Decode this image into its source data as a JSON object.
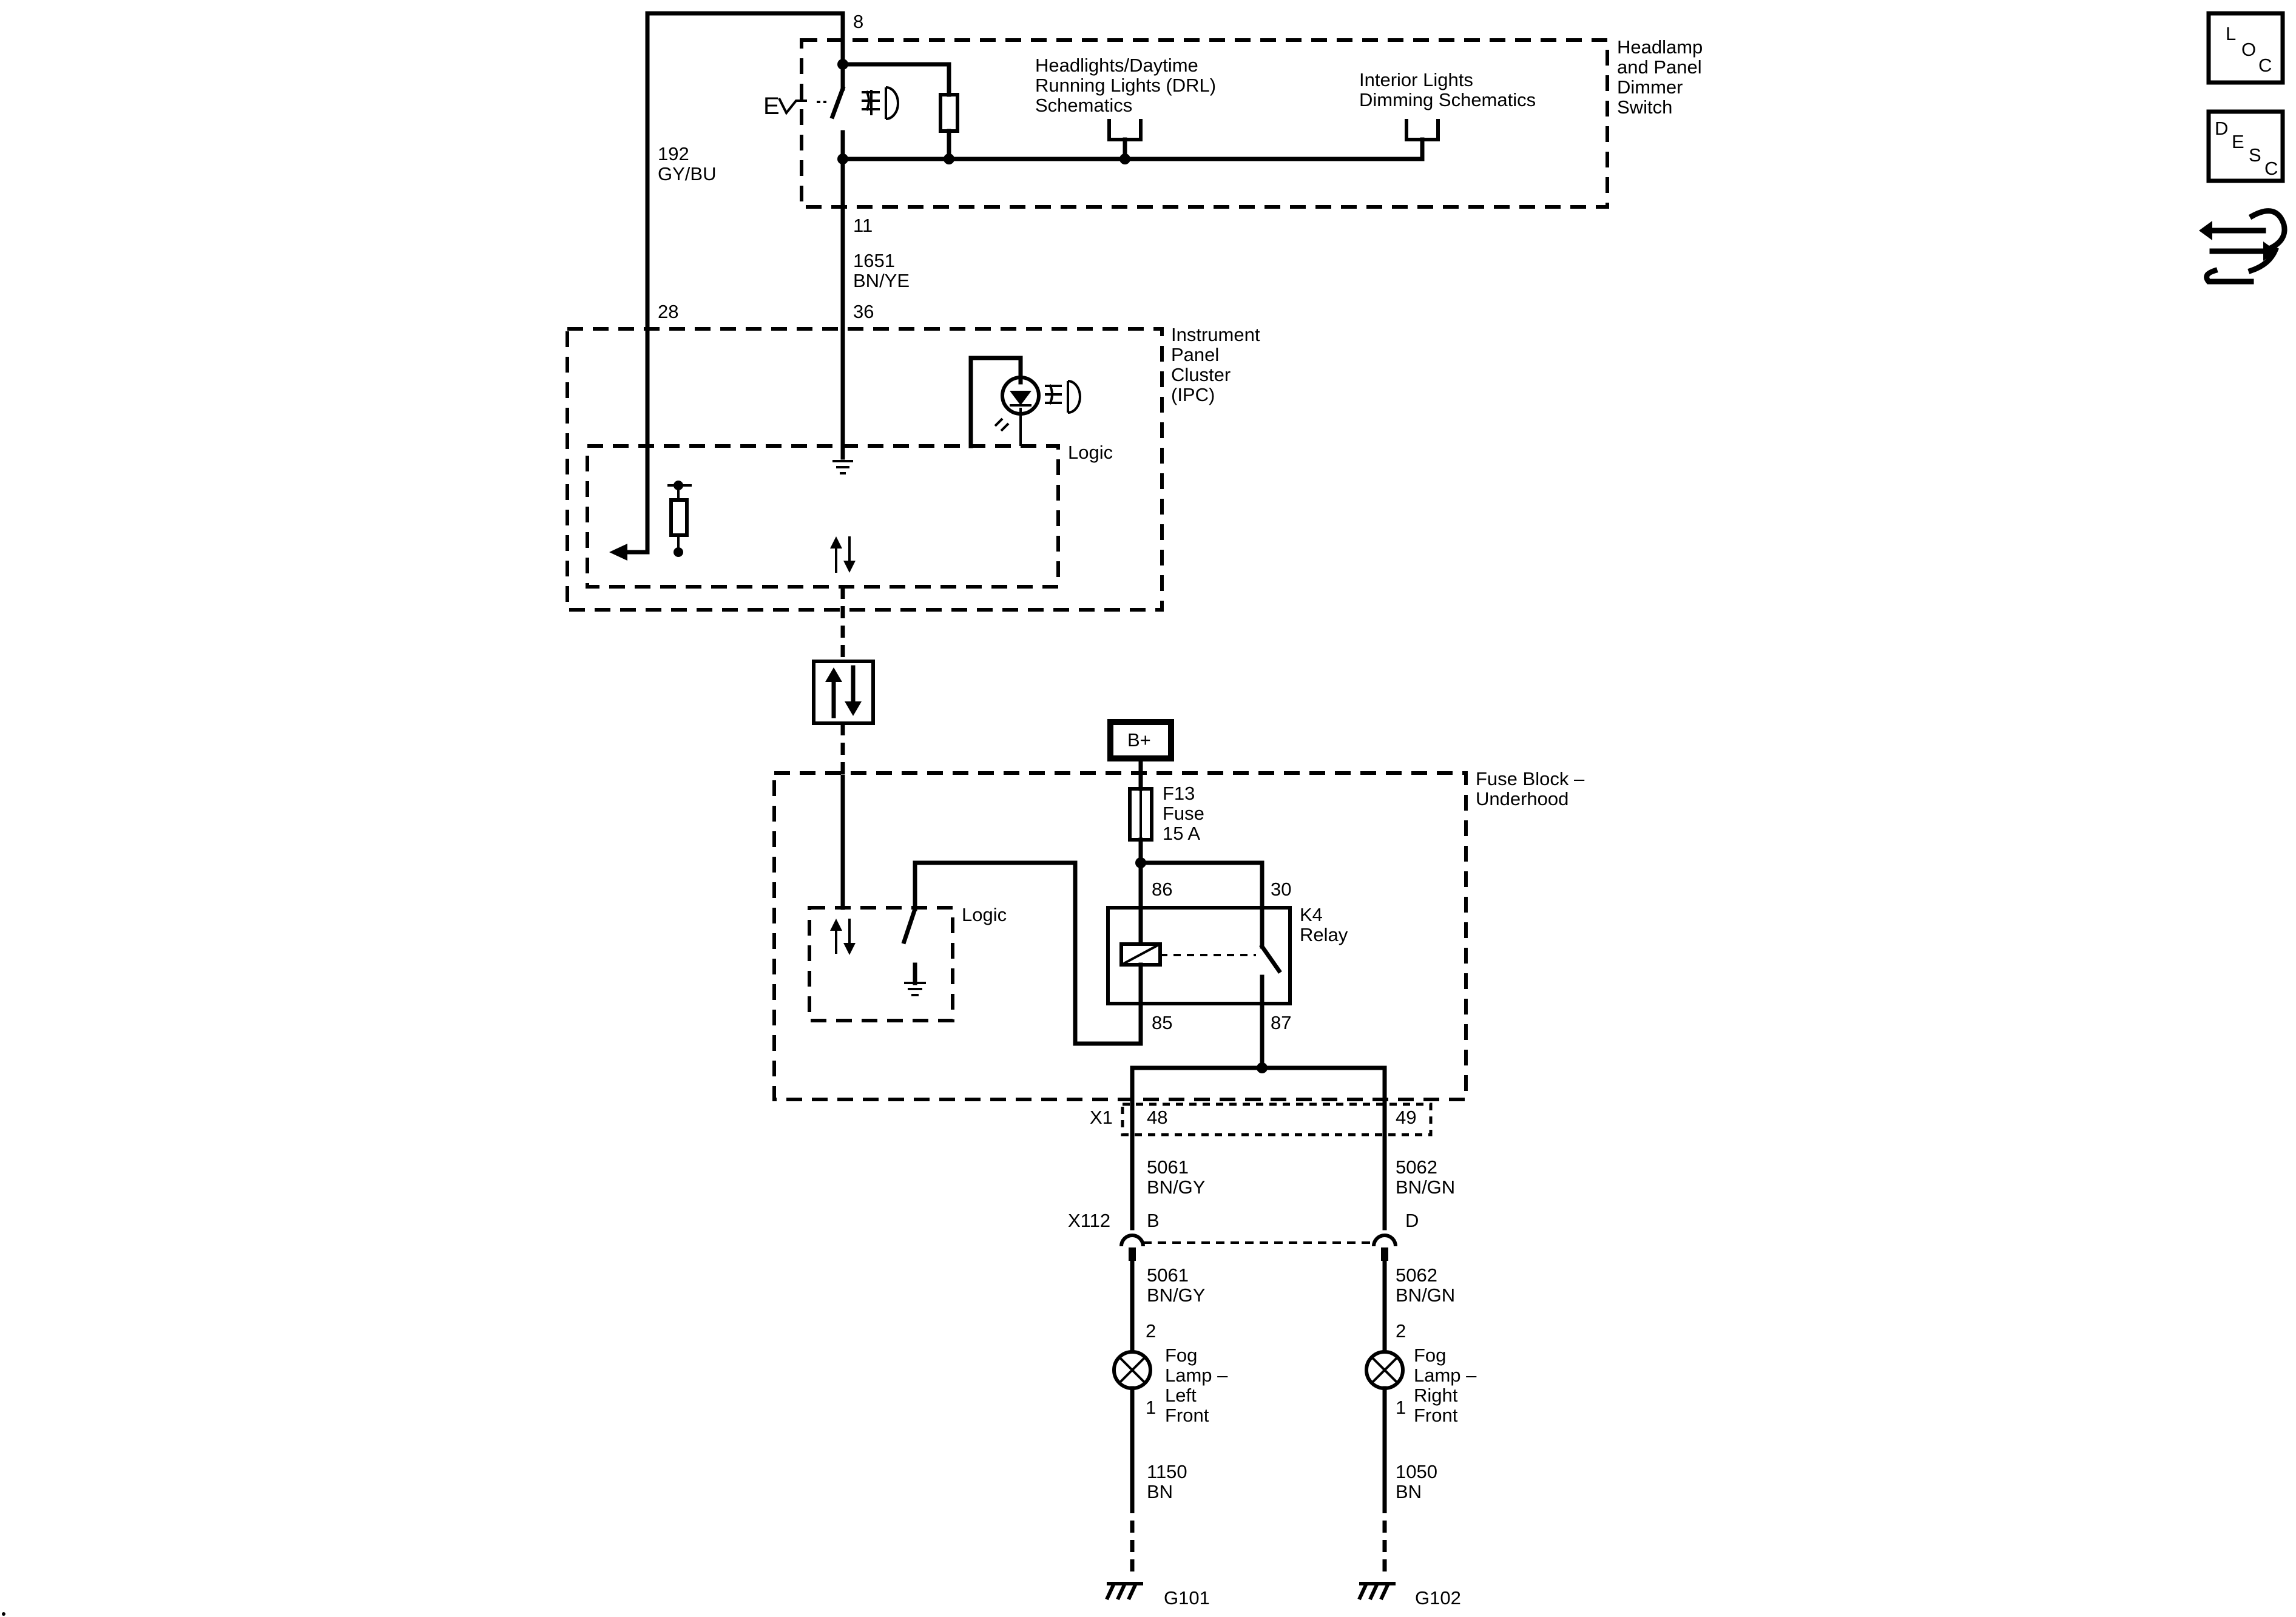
{
  "components": {
    "dimmer_switch": "Headlamp\nand Panel\nDimmer\nSwitch",
    "ipc": "Instrument\nPanel\nCluster\n(IPC)",
    "fuse_block": "Fuse Block –\nUnderhood",
    "ipc_logic": "Logic",
    "fuse_logic": "Logic",
    "relay": "K4\nRelay",
    "fuse": "F13\nFuse\n15 A",
    "battery": "B+",
    "fog_left": "Fog\nLamp –\nLeft\nFront",
    "fog_right": "Fog\nLamp –\nRight\nFront"
  },
  "references": {
    "drl": "Headlights/Daytime\nRunning Lights (DRL)\nSchematics",
    "interior": "Interior Lights\nDimming Schematics"
  },
  "pins": {
    "sw_8": "8",
    "sw_11": "11",
    "ipc_28": "28",
    "ipc_36": "36",
    "relay_86": "86",
    "relay_30": "30",
    "relay_85": "85",
    "relay_87": "87",
    "x1_48": "48",
    "x1_49": "49",
    "x112_b": "B",
    "x112_d": "D",
    "lampL_2": "2",
    "lampL_1": "1",
    "lampR_2": "2",
    "lampR_1": "1"
  },
  "wires": {
    "w192": "192\nGY/BU",
    "w1651": "1651\nBN/YE",
    "w5061_top": "5061\nBN/GY",
    "w5062_top": "5062\nBN/GN",
    "w5061_bot": "5061\nBN/GY",
    "w5062_bot": "5062\nBN/GN",
    "w1150": "1150\nBN",
    "w1050": "1050\nBN"
  },
  "connectors": {
    "x1": "X1",
    "x112": "X112"
  },
  "grounds": {
    "g101": "G101",
    "g102": "G102"
  },
  "nav": {
    "loc": [
      "L",
      "O",
      "C"
    ],
    "desc": [
      "D",
      "E",
      "S",
      "C"
    ]
  }
}
